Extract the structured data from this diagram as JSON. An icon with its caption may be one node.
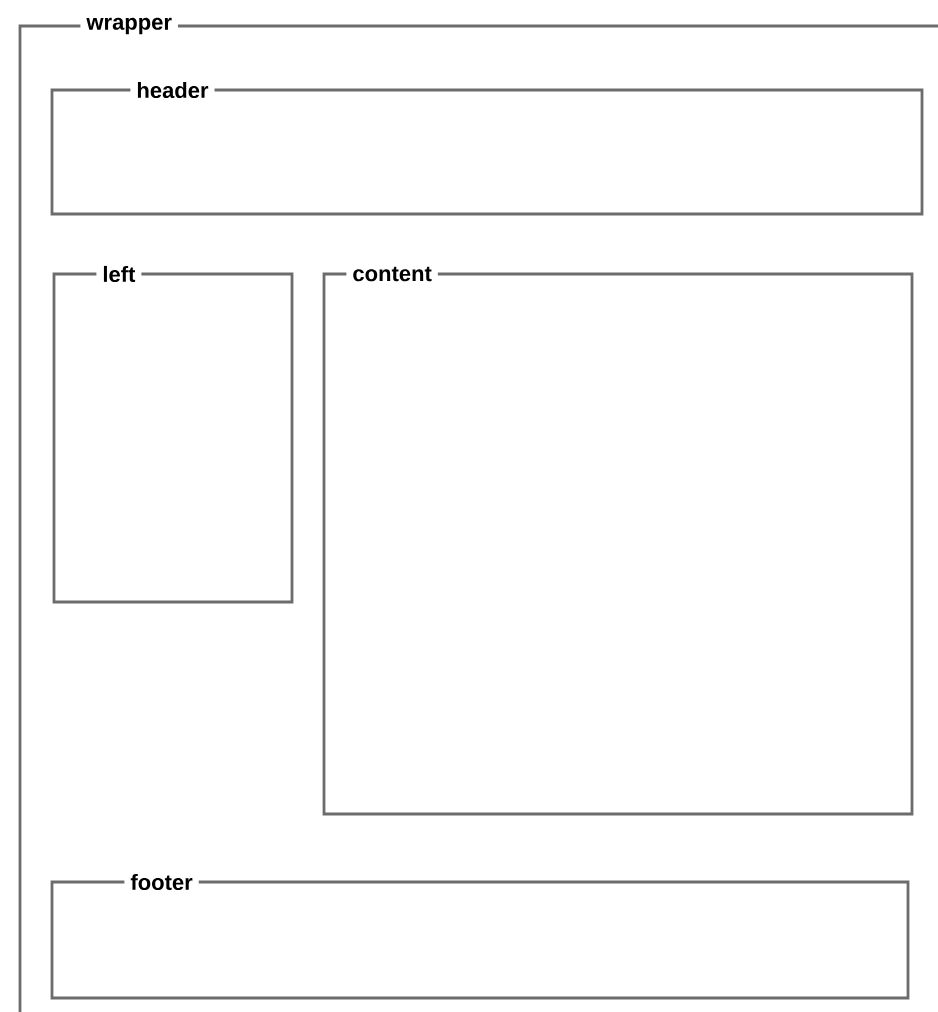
{
  "diagram": {
    "nodes": [
      {
        "text": [
          "wrapper"
        ]
      },
      {
        "text": [
          "header"
        ],
        "in": 0
      },
      {
        "text": [
          "left"
        ],
        "in": 0
      },
      {
        "text": [
          "content"
        ],
        "in": 0
      },
      {
        "text": [
          "footer"
        ],
        "in": 0
      }
    ]
  }
}
